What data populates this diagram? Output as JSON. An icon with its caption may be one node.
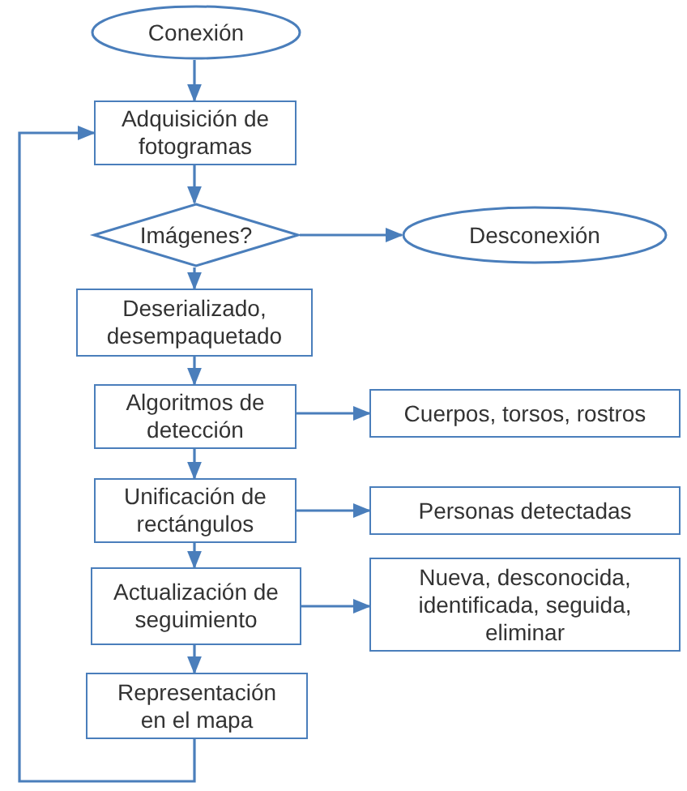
{
  "diagram": {
    "nodes": [
      {
        "text": [
          "Conexión"
        ]
      },
      {
        "text": [
          "Adquisición de fotogramas"
        ]
      },
      {
        "text": [
          "Imágenes?"
        ]
      },
      {
        "text": [
          "Desconexión"
        ]
      },
      {
        "text": [
          "Deserializado, desempaquetado"
        ]
      },
      {
        "text": [
          "Algoritmos de detección"
        ]
      },
      {
        "text": [
          "Cuerpos, torsos, rostros"
        ]
      },
      {
        "text": [
          "Unificación de rectángulos"
        ]
      },
      {
        "text": [
          "Personas detectadas"
        ]
      },
      {
        "text": [
          "Actualización de seguimiento"
        ]
      },
      {
        "text": [
          "Nueva, desconocida, identificada, seguida, eliminar"
        ]
      },
      {
        "text": [
          "Representación en el mapa"
        ]
      }
    ],
    "edges": [
      {
        "from": 0,
        "to": 1,
        "arrow": "to"
      },
      {
        "from": 1,
        "to": 2,
        "arrow": "to"
      },
      {
        "from": 2,
        "to": 3,
        "arrow": "to"
      },
      {
        "from": 2,
        "to": 4,
        "arrow": "to"
      },
      {
        "from": 4,
        "to": 5,
        "arrow": "to"
      },
      {
        "from": 5,
        "to": 6,
        "arrow": "to"
      },
      {
        "from": 5,
        "to": 7,
        "arrow": "to"
      },
      {
        "from": 7,
        "to": 8,
        "arrow": "to"
      },
      {
        "from": 7,
        "to": 9,
        "arrow": "to"
      },
      {
        "from": 9,
        "to": 10,
        "arrow": "to"
      },
      {
        "from": 9,
        "to": 11,
        "arrow": "to"
      },
      {
        "from": 11,
        "to": 1,
        "arrow": "to"
      }
    ]
  }
}
